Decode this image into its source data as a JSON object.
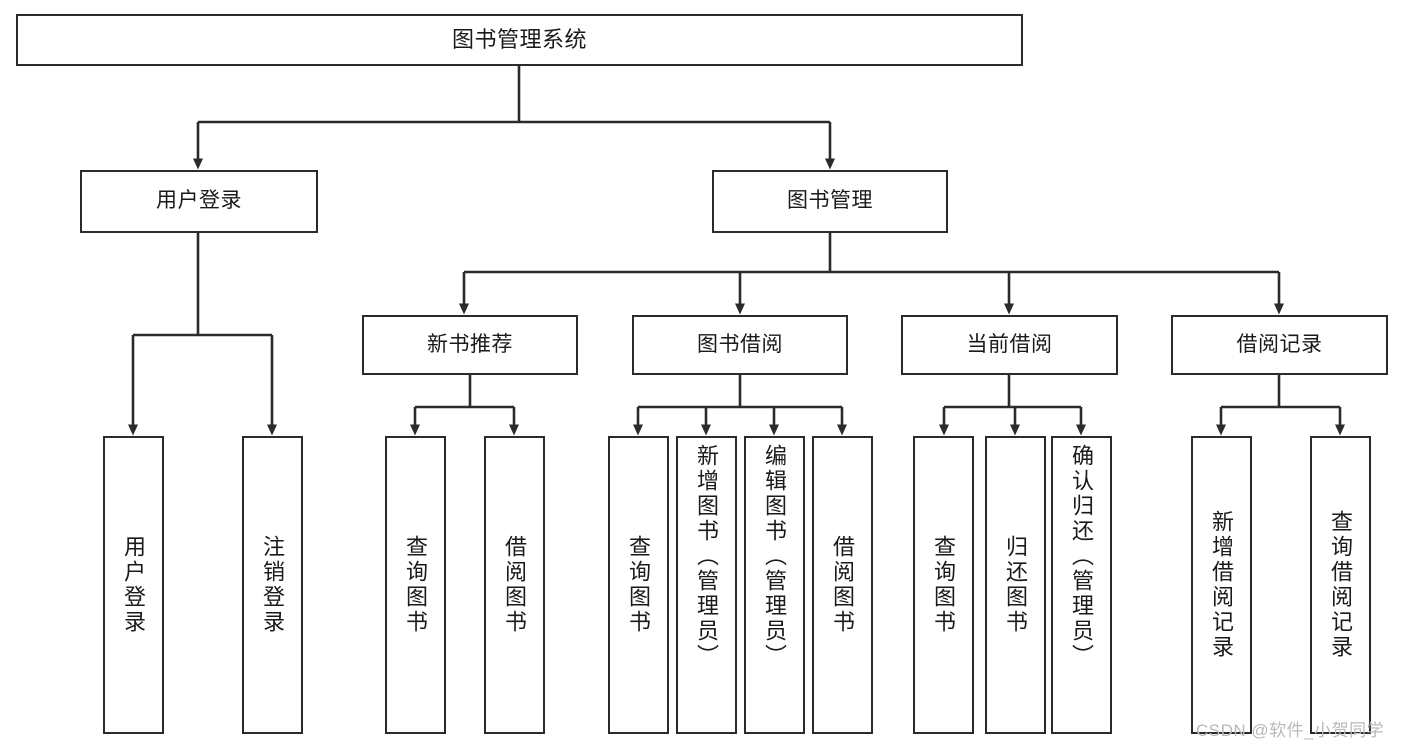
{
  "diagram": {
    "title": "图书管理系统",
    "type": "tree",
    "colors": {
      "background": "#ffffff",
      "stroke": "#2b2b2b",
      "box_fill": "#ffffff",
      "text": "#1a1a1a",
      "watermark": "#b9b9b9"
    },
    "nodes": {
      "root": {
        "label": "图书管理系统"
      },
      "level1": [
        {
          "id": "user-login",
          "label": "用户登录"
        },
        {
          "id": "book-manage",
          "label": "图书管理"
        }
      ],
      "level2": [
        {
          "id": "new-book-recommend",
          "label": "新书推荐"
        },
        {
          "id": "book-borrow",
          "label": "图书借阅"
        },
        {
          "id": "current-borrow",
          "label": "当前借阅"
        },
        {
          "id": "borrow-record",
          "label": "借阅记录"
        }
      ],
      "leaves": {
        "user_login": [
          {
            "id": "leaf-user-login",
            "label": "用户登录"
          },
          {
            "id": "leaf-logout-login",
            "label": "注销登录"
          }
        ],
        "new_book_recommend": [
          {
            "id": "leaf-query-book-1",
            "label": "查询图书"
          },
          {
            "id": "leaf-borrow-book-1",
            "label": "借阅图书"
          }
        ],
        "book_borrow": [
          {
            "id": "leaf-query-book-2",
            "label": "查询图书"
          },
          {
            "id": "leaf-add-book",
            "label": "新增图书（管理员）"
          },
          {
            "id": "leaf-edit-book",
            "label": "编辑图书（管理员）"
          },
          {
            "id": "leaf-borrow-book-2",
            "label": "借阅图书"
          }
        ],
        "current_borrow": [
          {
            "id": "leaf-query-book-3",
            "label": "查询图书"
          },
          {
            "id": "leaf-return-book",
            "label": "归还图书"
          },
          {
            "id": "leaf-confirm-return",
            "label": "确认归还（管理员）"
          }
        ],
        "borrow_record": [
          {
            "id": "leaf-add-record",
            "label": "新增借阅记录"
          },
          {
            "id": "leaf-query-record",
            "label": "查询借阅记录"
          }
        ]
      }
    }
  },
  "watermark": {
    "text": "CSDN @软件_小贺同学"
  }
}
